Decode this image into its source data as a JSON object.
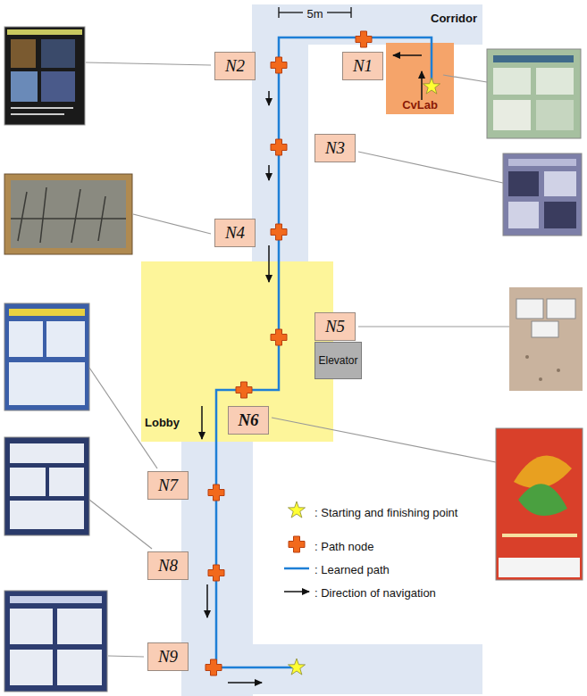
{
  "diagram": {
    "nodes": [
      {
        "text": [
          "CvLab"
        ]
      },
      {
        "text": [
          "N1"
        ]
      },
      {
        "text": [
          "N2"
        ]
      },
      {
        "text": [
          "N3"
        ]
      },
      {
        "text": [
          "N4"
        ]
      },
      {
        "text": [
          "Lobby"
        ]
      },
      {
        "text": [
          "N5"
        ]
      },
      {
        "text": [
          "Elevator"
        ]
      },
      {
        "text": [
          "N6"
        ],
        "in": 5
      },
      {
        "text": [
          "N7"
        ]
      },
      {
        "text": [
          "N8"
        ]
      },
      {
        "text": [
          "N9"
        ]
      }
    ],
    "labels": [
      "Corridor",
      "5m"
    ],
    "legend": [
      {
        "text": ": Starting and finishing point"
      },
      {
        "text": ": Path node"
      },
      {
        "text": ": Learned path"
      },
      {
        "text": ": Direction of navigation"
      }
    ]
  }
}
